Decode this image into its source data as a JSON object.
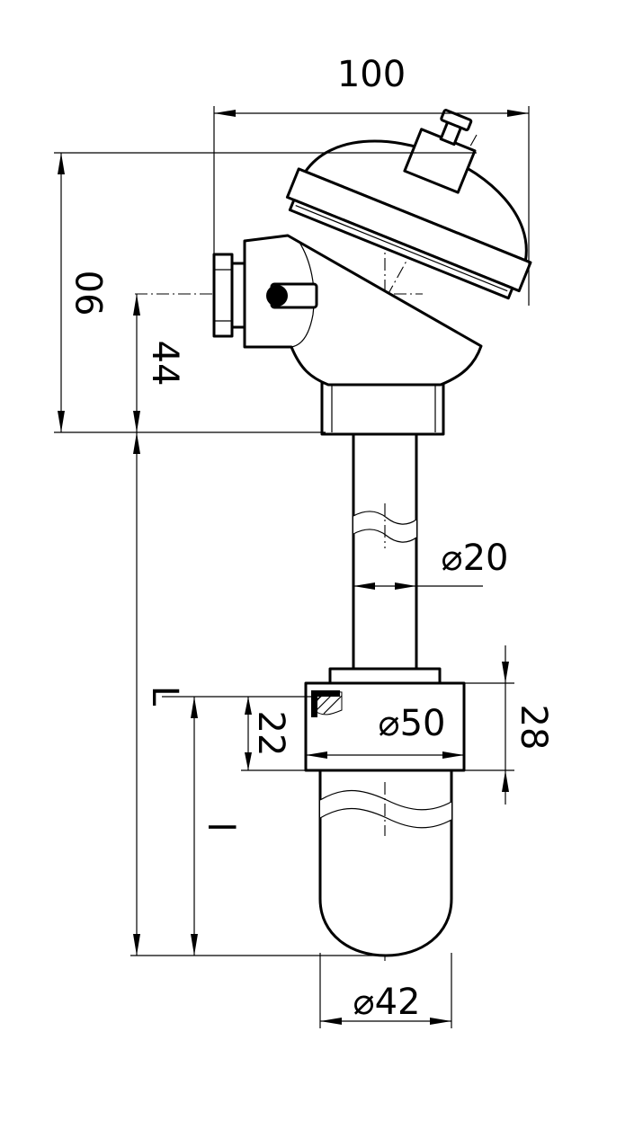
{
  "colors": {
    "line": "#000000",
    "background": "#ffffff"
  },
  "dimensions": {
    "width_100": "100",
    "height_90": "90",
    "height_44": "44",
    "dia_20": "⌀20",
    "dia_50": "⌀50",
    "height_28": "28",
    "height_22": "22",
    "length_L": "L",
    "length_l": "l",
    "dia_42": "⌀42"
  }
}
